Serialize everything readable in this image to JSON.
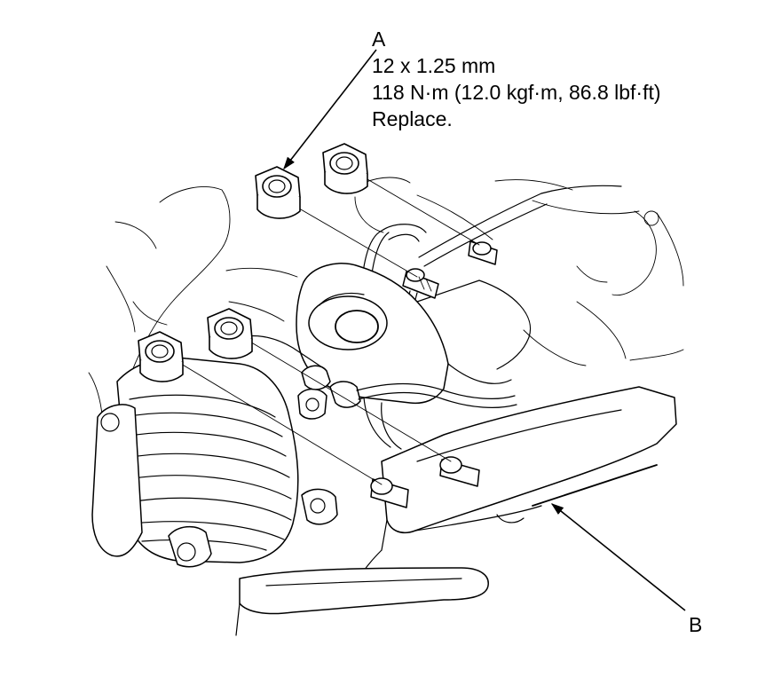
{
  "callout_a": {
    "letter": "A",
    "spec_size": "12 x 1.25 mm",
    "spec_torque": "118 N·m (12.0 kgf·m, 86.8 lbf·ft)",
    "note": "Replace."
  },
  "callout_b": {
    "letter": "B"
  },
  "colors": {
    "ink": "#000000",
    "paper": "#ffffff"
  }
}
